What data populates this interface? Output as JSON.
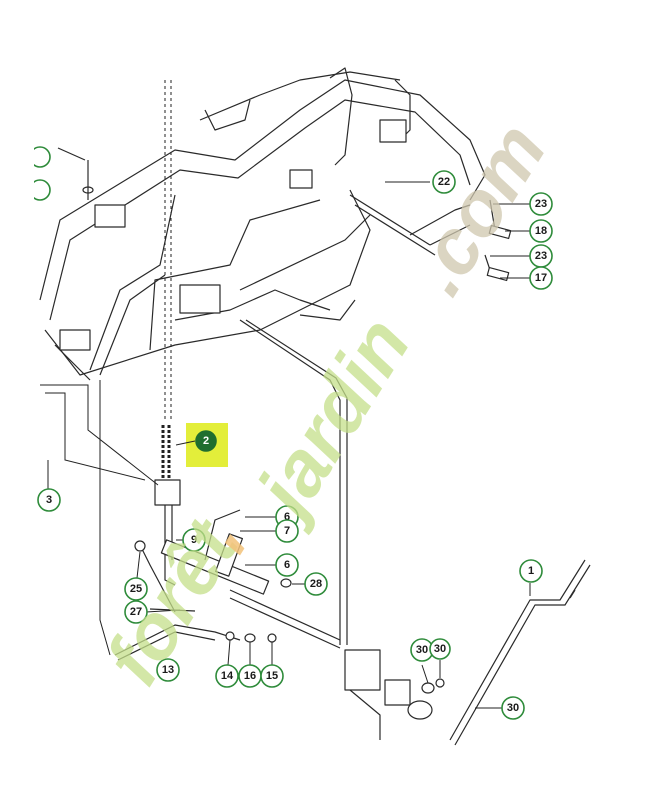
{
  "diagram": {
    "highlight_color": "#e3ee3a",
    "callout_color": "#2e8b3a",
    "highlighted_part": "2",
    "callouts": [
      {
        "id": "c22",
        "label": "22"
      },
      {
        "id": "c23a",
        "label": "23"
      },
      {
        "id": "c18",
        "label": "18"
      },
      {
        "id": "c23b",
        "label": "23"
      },
      {
        "id": "c17",
        "label": "17"
      },
      {
        "id": "c2",
        "label": "2"
      },
      {
        "id": "c3",
        "label": "3"
      },
      {
        "id": "c9",
        "label": "9"
      },
      {
        "id": "c6a",
        "label": "6"
      },
      {
        "id": "c7",
        "label": "7"
      },
      {
        "id": "c6b",
        "label": "6"
      },
      {
        "id": "c28",
        "label": "28"
      },
      {
        "id": "c25",
        "label": "25"
      },
      {
        "id": "c27",
        "label": "27"
      },
      {
        "id": "c13",
        "label": "13"
      },
      {
        "id": "c14",
        "label": "14"
      },
      {
        "id": "c16",
        "label": "16"
      },
      {
        "id": "c15",
        "label": "15"
      },
      {
        "id": "c30a",
        "label": "30"
      },
      {
        "id": "c30b",
        "label": "30"
      },
      {
        "id": "c1",
        "label": "1"
      },
      {
        "id": "c30c",
        "label": "30"
      }
    ]
  },
  "watermark": {
    "part1": "forêt",
    "part2": "jardin",
    "part3": ".com"
  }
}
